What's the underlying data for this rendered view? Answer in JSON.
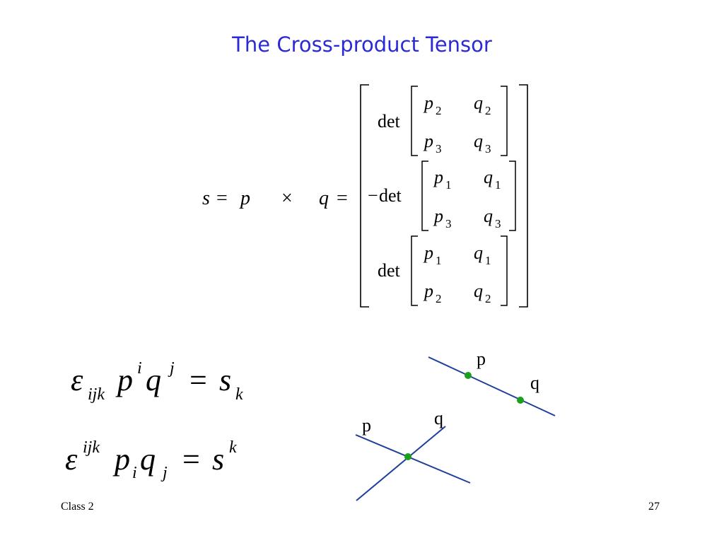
{
  "slide": {
    "title": "The Cross-product Tensor",
    "footer_left": "Class 2",
    "page_number": "27"
  },
  "equation": {
    "lhs_s": "s",
    "equals": "=",
    "p": "p",
    "times": "×",
    "q": "q",
    "minus": "−",
    "det": "det",
    "row1": {
      "a": "p",
      "a_sub": "2",
      "b": "q",
      "b_sub": "2",
      "c": "p",
      "c_sub": "3",
      "d": "q",
      "d_sub": "3"
    },
    "row2": {
      "a": "p",
      "a_sub": "1",
      "b": "q",
      "b_sub": "1",
      "c": "p",
      "c_sub": "3",
      "d": "q",
      "d_sub": "3"
    },
    "row3": {
      "a": "p",
      "a_sub": "1",
      "b": "q",
      "b_sub": "1",
      "c": "p",
      "c_sub": "2",
      "d": "q",
      "d_sub": "2"
    }
  },
  "tensor_eq1": {
    "eps": "ε",
    "eps_idx": "ijk",
    "p": "p",
    "p_idx": "i",
    "q": "q",
    "q_idx": "j",
    "equals": "=",
    "s": "s",
    "s_idx": "k"
  },
  "tensor_eq2": {
    "eps": "ε",
    "eps_idx": "ijk",
    "p": "p",
    "p_idx": "i",
    "q": "q",
    "q_idx": "j",
    "equals": "=",
    "s": "s",
    "s_idx": "k"
  },
  "diagram": {
    "line_color": "#1f3f9a",
    "point_color": "#1aa01a",
    "label_p_top": "p",
    "label_q_top": "q",
    "label_p_bottom": "p",
    "label_q_bottom": "q"
  }
}
